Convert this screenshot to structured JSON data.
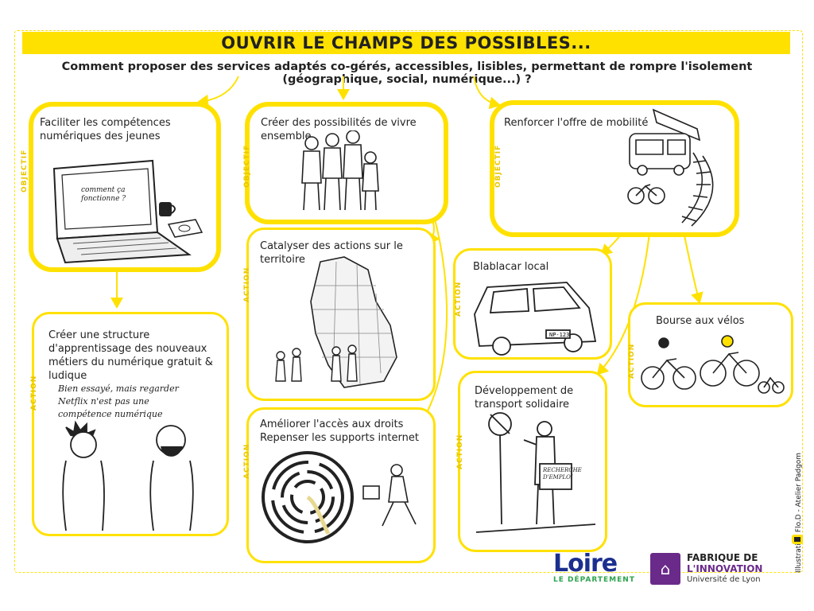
{
  "title": "OUVRIR LE CHAMPS DES POSSIBLES...",
  "question": "Comment proposer des services adaptés co-gérés, accessibles, lisibles, permettant de rompre l'isolement (géographique, social, numérique...) ?",
  "tag_objective": "OBJECTIF",
  "tag_action": "ACTION",
  "objectives": {
    "numerique": "Faciliter les compétences numériques des jeunes",
    "ensemble": "Créer des possibilités de vivre ensemble",
    "mobilite": "Renforcer l'offre de mobilité"
  },
  "actions": {
    "structure": "Créer une structure d'apprentissage des nouveaux métiers du numérique gratuit & ludique",
    "catalyser": "Catalyser des actions sur le territoire",
    "droits_1": "Améliorer l'accès aux droits",
    "droits_2": "Repenser les supports internet",
    "blablacar": "Blablacar local",
    "transport": "Développement de transport solidaire",
    "velos": "Bourse aux vélos"
  },
  "illustration_text": {
    "laptop_screen": "comment ça fonctionne ?",
    "speech": "Bien essayé, mais regarder Netflix n'est pas une compétence numérique",
    "sign": "RECHERCHE D'EMPLOI",
    "plate": "NP-123"
  },
  "credit": "Illustration Flo.D - Atelier Padgom",
  "logos": {
    "loire_word": "Loire",
    "loire_sub": "LE DÉPARTEMENT",
    "fabrique_1": "FABRIQUE DE",
    "fabrique_2": "L'INNOVATION",
    "fabrique_3": "Université de Lyon"
  },
  "colors": {
    "accent": "#ffe100",
    "loire_blue": "#1b2f8f",
    "loire_green": "#2da44e",
    "fabrique_purple": "#6a2a8a"
  }
}
